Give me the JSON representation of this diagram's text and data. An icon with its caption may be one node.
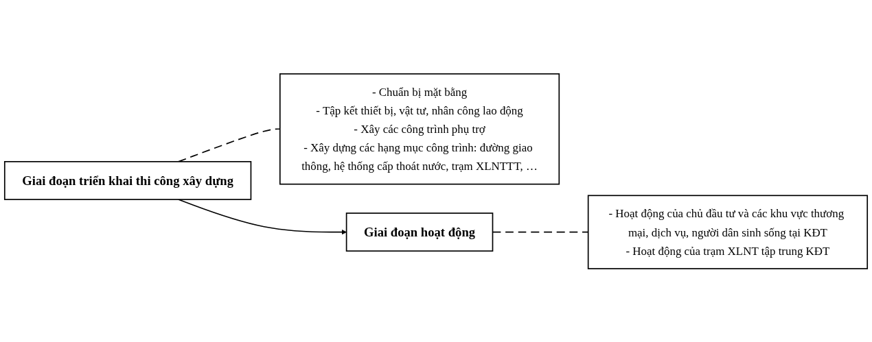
{
  "diagram": {
    "nodes": [
      {
        "text": [
          "Giai đoạn triển khai thi công xây dựng"
        ]
      },
      {
        "text": [
          "- Chuẩn bị mặt bằng",
          "- Tập kết thiết bị, vật tư, nhân công lao động",
          "- Xây các công trình phụ trợ",
          "- Xây dựng các hạng mục công trình: đường giao thông, hệ thống cấp thoát nước, trạm XLNTTT, …"
        ]
      },
      {
        "text": [
          "Giai đoạn hoạt động"
        ]
      },
      {
        "text": [
          "- Hoạt động của chủ đầu tư và các khu vực thương mại, dịch vụ, người dân sinh sống tại KĐT",
          "- Hoạt động của trạm XLNT tập trung KĐT"
        ]
      }
    ],
    "edges": [
      {
        "from": 0,
        "to": 1,
        "arrow": "none",
        "style": "dashed"
      },
      {
        "from": 0,
        "to": 2,
        "arrow": "to"
      },
      {
        "from": 2,
        "to": 3,
        "arrow": "none",
        "style": "dashed"
      }
    ]
  }
}
